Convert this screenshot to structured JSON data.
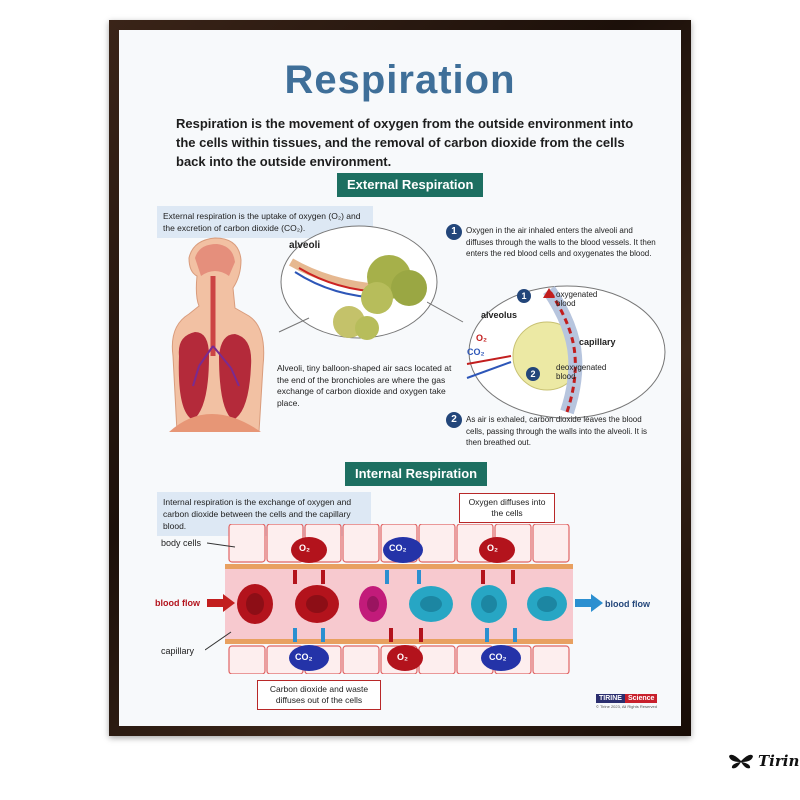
{
  "poster": {
    "title": "Respiration",
    "intro": "Respiration is the movement of oxygen from the outside environment into the cells within tissues, and the removal of carbon dioxide from the cells back into the outside environment.",
    "external": {
      "heading": "External Respiration",
      "note": "External respiration is the uptake of oxygen (O₂) and the excretion of carbon dioxide (CO₂).",
      "alveoli_label": "alveoli",
      "alveoli_caption": "Alveoli, tiny balloon-shaped air sacs located at the end of the bronchioles are where the gas exchange of carbon dioxide and oxygen take place.",
      "step1_num": "1",
      "step1_text": "Oxygen in the air inhaled enters the alveoli and diffuses through the walls to the blood vessels. It then enters the red blood cells and oxygenates the blood.",
      "step2_num": "2",
      "step2_text": "As air is exhaled, carbon dioxide leaves the blood cells, passing through the walls into the alveoli. It is then breathed out.",
      "detail": {
        "alveolus": "alveolus",
        "oxygenated": "oxygenated blood",
        "capillary": "capillary",
        "deoxygenated": "deoxygenated blood",
        "o2": "O₂",
        "co2": "CO₂",
        "n1": "1",
        "n2": "2"
      }
    },
    "internal": {
      "heading": "Internal Respiration",
      "note": "Internal respiration is the exchange of oxygen and carbon dioxide between the cells and the capillary blood.",
      "oxygen_callout": "Oxygen diffuses into the cells",
      "co2_callout": "Carbon dioxide and waste diffuses out of the cells",
      "body_cells": "body cells",
      "blood_flow_left": "blood flow",
      "blood_flow_right": "blood flow",
      "capillary": "capillary",
      "o2": "O₂",
      "co2": "CO₂"
    },
    "brand": {
      "a": "TIRINE",
      "b": "Science",
      "copy": "© Tirine 2023, All Rights Reserved"
    }
  },
  "watermark": "Tirin",
  "colors": {
    "title": "#3f6f99",
    "section": "#1d6f61",
    "frame": "#2a1a10",
    "red_cell": "#b3131c",
    "co2": "#2433a8",
    "o2": "#b3131c"
  }
}
